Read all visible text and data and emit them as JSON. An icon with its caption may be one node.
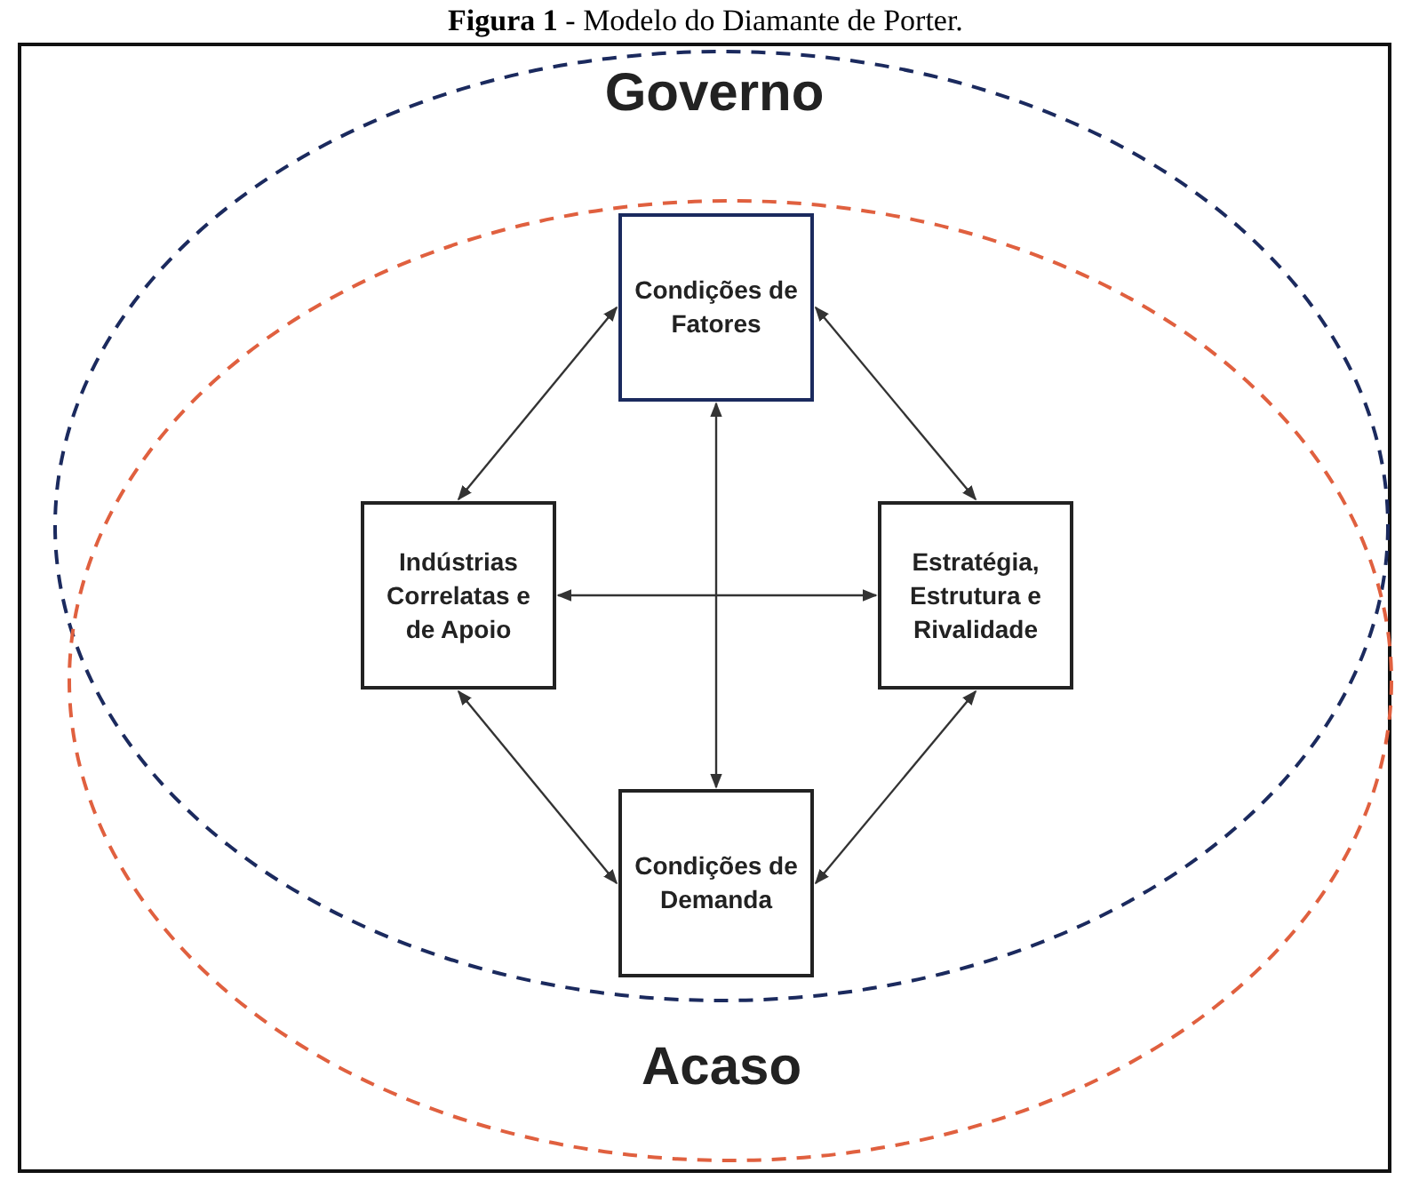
{
  "diagram": {
    "title": "**Figura 1** - Modelo do Diamante de Porter.",
    "nodes": [
      {
        "text": [
          "Condições de Fatores"
        ]
      },
      {
        "text": [
          "Indústrias Correlatas e de Apoio"
        ]
      },
      {
        "text": [
          "Estratégia, Estrutura e Rivalidade"
        ]
      },
      {
        "text": [
          "Condições de Demanda"
        ]
      }
    ],
    "edges": [
      {
        "from": 0,
        "to": 1,
        "arrow": "both"
      },
      {
        "from": 0,
        "to": 2,
        "arrow": "both"
      },
      {
        "from": 0,
        "to": 3,
        "arrow": "both"
      },
      {
        "from": 1,
        "to": 2,
        "arrow": "both"
      },
      {
        "from": 1,
        "to": 3,
        "arrow": "both"
      },
      {
        "from": 2,
        "to": 3,
        "arrow": "both"
      }
    ],
    "labels": [
      "Governo",
      "Acaso"
    ]
  }
}
